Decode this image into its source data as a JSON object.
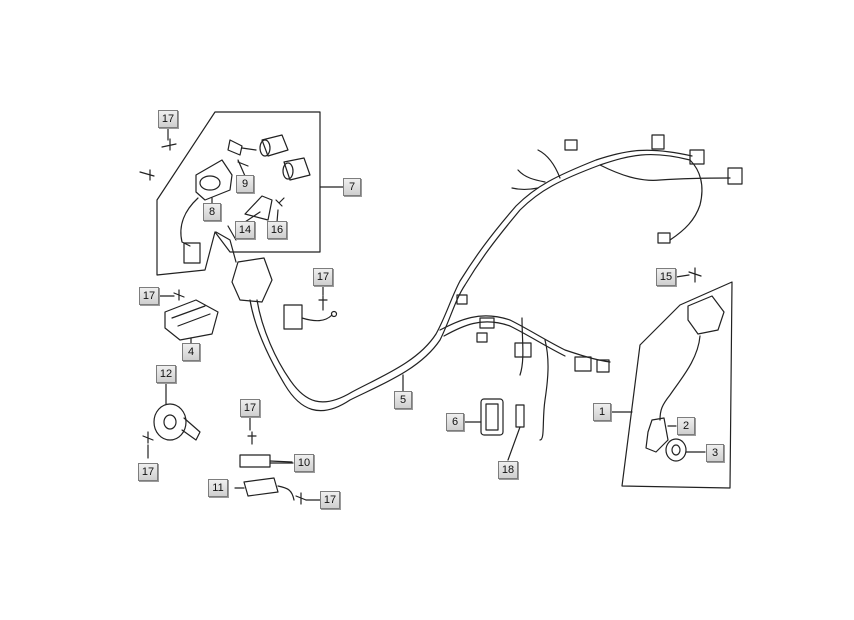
{
  "diagram": {
    "callouts": {
      "c1": "1",
      "c2": "2",
      "c3": "3",
      "c4": "4",
      "c5": "5",
      "c6": "6",
      "c7": "7",
      "c8": "8",
      "c9": "9",
      "c10": "10",
      "c11": "11",
      "c12": "12",
      "c14": "14",
      "c15": "15",
      "c16": "16",
      "c17a": "17",
      "c17b": "17",
      "c17c": "17",
      "c17d": "17",
      "c17e": "17",
      "c17f": "17",
      "c18": "18"
    }
  }
}
